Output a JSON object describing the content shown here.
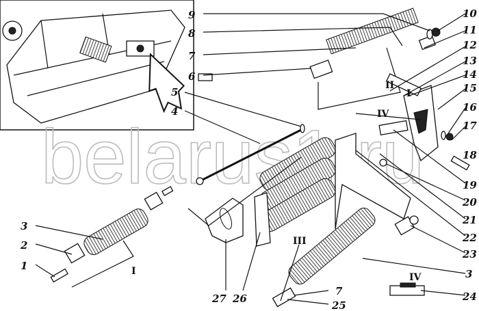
{
  "watermark": "belarus1.ru",
  "callouts": {
    "n1": "1",
    "n2": "2",
    "n3a": "3",
    "n3b": "3",
    "n4": "4",
    "n5": "5",
    "n6": "6",
    "n7a": "7",
    "n7b": "7",
    "n8": "8",
    "n9": "9",
    "n10": "10",
    "n11": "11",
    "n12": "12",
    "n13": "13",
    "n14": "14",
    "n15": "15",
    "n16": "16",
    "n17": "17",
    "n18": "18",
    "n19": "19",
    "n20": "20",
    "n21": "21",
    "n22": "22",
    "n23": "23",
    "n24": "24",
    "n25": "25",
    "n26": "26",
    "n27": "27"
  },
  "views": {
    "i_left": "I",
    "i_right": "I",
    "ii": "II",
    "iii": "III",
    "iv_top": "IV",
    "iv_bottom": "IV"
  }
}
